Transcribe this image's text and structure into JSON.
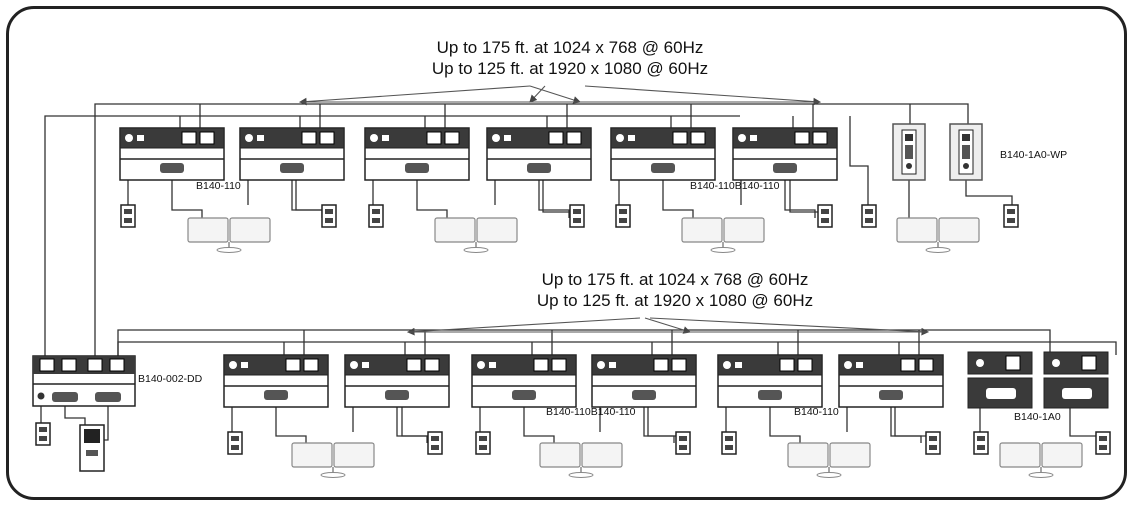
{
  "top_note": {
    "line1": "Up to 175 ft. at 1024 x 768 @ 60Hz",
    "line2": "Up to 125 ft. at 1920 x 1080 @ 60Hz"
  },
  "bottom_note": {
    "line1": "Up to 175 ft. at 1024 x 768 @ 60Hz",
    "line2": "Up to 125 ft. at 1920 x 1080 @ 60Hz"
  },
  "labels": {
    "top_b140_110_a": "B140-110",
    "top_b140_110_pair": "B140-110B140-110",
    "top_b140_1a0_wp": "B140-1A0-WP",
    "bot_b140_002_dd": "B140-002-DD",
    "bot_b140_110_pair": "B140-110B140-110",
    "bot_b140_110_b": "B140-110",
    "bot_b140_1a0": "B140-1A0"
  }
}
